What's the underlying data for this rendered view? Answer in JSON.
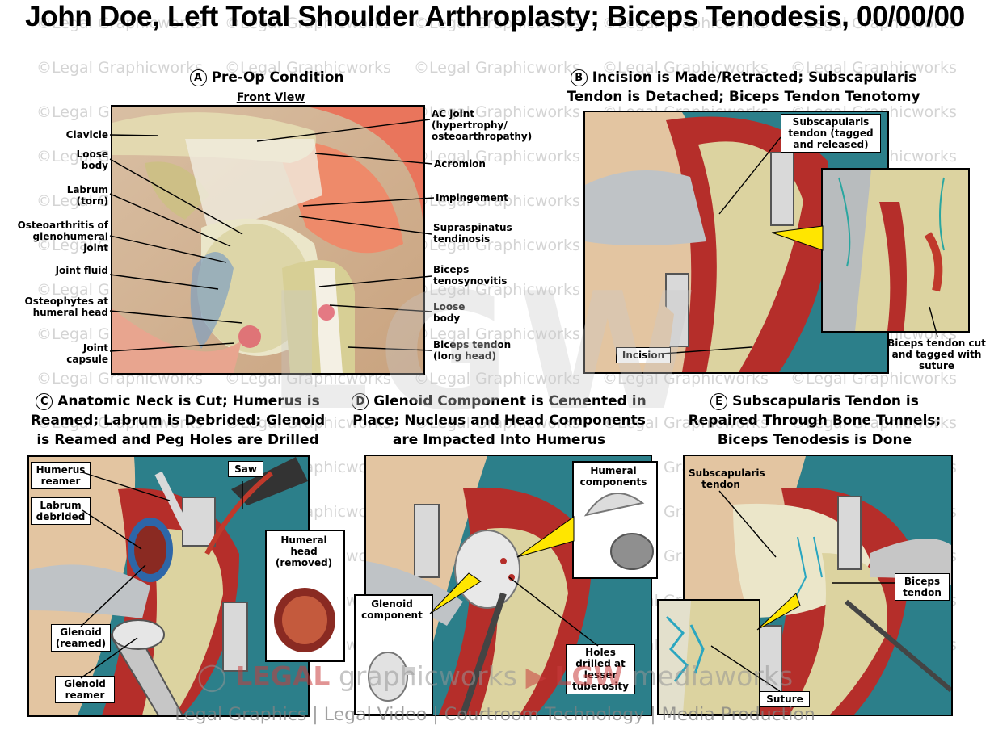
{
  "title": "John Doe, Left Total Shoulder Arthroplasty; Biceps Tenodesis, 00/00/00",
  "watermark": "©Legal Graphicworks",
  "colors": {
    "tissue_red": "#c0392b",
    "drape_teal": "#2c7f8a",
    "bone": "#d8d1a0",
    "skin": "#e7c29a"
  },
  "panel_a": {
    "letter": "A",
    "title": "Pre-Op Condition",
    "subtitle": "Front View",
    "labels": {
      "clavicle": "Clavicle",
      "loose_body_1": "Loose body",
      "labrum": "Labrum (torn)",
      "osteoarthritis": "Osteoarthritis of glenohumeral joint",
      "joint_fluid": "Joint fluid",
      "osteophytes": "Osteophytes at humeral head",
      "joint_capsule": "Joint capsule",
      "ac_joint": "AC joint (hypertrophy/ osteoarthropathy)",
      "acromion": "Acromion",
      "impingement": "Impingement",
      "supraspinatus": "Supraspinatus tendinosis",
      "biceps_teno": "Biceps tenosynovitis",
      "loose_body_2": "Loose body",
      "biceps_tendon": "Biceps tendon (long head)"
    }
  },
  "panel_b": {
    "letter": "B",
    "title": "Incision is Made/Retracted; Subscapularis Tendon is Detached; Biceps Tendon Tenotomy",
    "labels": {
      "subscap": "Subscapularis tendon (tagged and released)",
      "incision": "Incision",
      "biceps_cut": "Biceps tendon cut and tagged with suture"
    }
  },
  "panel_c": {
    "letter": "C",
    "title": "Anatomic Neck is Cut; Humerus is Reamed; Labrum is Debrided; Glenoid is Reamed and Peg Holes are Drilled",
    "labels": {
      "humerus_reamer": "Humerus reamer",
      "saw": "Saw",
      "labrum_debrided": "Labrum debrided",
      "humeral_head": "Humeral head (removed)",
      "glenoid_reamed": "Glenoid (reamed)",
      "glenoid_reamer": "Glenoid reamer"
    }
  },
  "panel_d": {
    "letter": "D",
    "title": "Glenoid Component is Cemented in Place; Nucleus and Head Components are Impacted Into Humerus",
    "labels": {
      "humeral_components": "Humeral components",
      "glenoid_component": "Glenoid component",
      "holes": "Holes drilled at lesser tuberosity"
    }
  },
  "panel_e": {
    "letter": "E",
    "title": "Subscapularis Tendon is Repaired Through Bone Tunnels; Biceps Tenodesis is Done",
    "labels": {
      "subscap": "Subscapularis tendon",
      "biceps": "Biceps tendon",
      "suture": "Suture"
    }
  },
  "footer": {
    "brand_legal": "LEGAL",
    "brand_graphic": "graphicworks",
    "brand_lgw": "LGW",
    "brand_media": "mediaworks",
    "logo": "LGW",
    "tagline": "Legal Graphics | Legal Video | Courtroom Technology | Media Production"
  }
}
